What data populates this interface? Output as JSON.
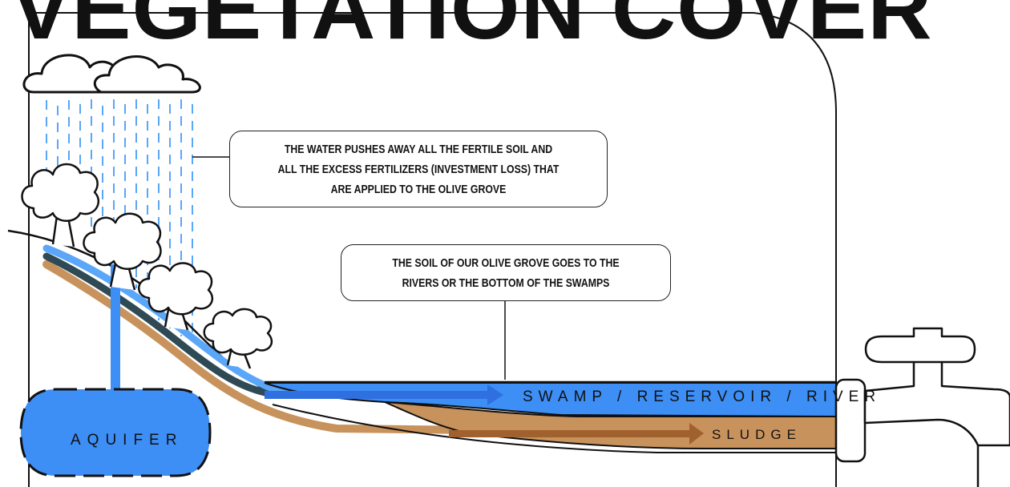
{
  "title": "VEGETATION COVER",
  "callouts": [
    {
      "lines": [
        "THE WATER PUSHES AWAY ALL THE FERTILE SOIL AND",
        "ALL THE EXCESS FERTILIZERS (INVESTMENT LOSS) THAT",
        "ARE APPLIED TO THE OLIVE GROVE"
      ]
    },
    {
      "lines": [
        "THE SOIL OF OUR OLIVE GROVE GOES TO THE",
        "RIVERS OR THE BOTTOM OF THE SWAMPS"
      ]
    }
  ],
  "labels": {
    "swamp": "SWAMP / RESERVOIR / RIVER",
    "sludge": "SLUDGE",
    "aquifer": "AQUIFER"
  },
  "colors": {
    "water": "#3d8ef5",
    "water_light": "#5aa6f8",
    "soil": "#c8925c",
    "soil_dark": "#a0612e",
    "mixed_layer": "#2f4a55",
    "outline": "#111111"
  },
  "icons": [
    "cloud-icon",
    "rain-icon",
    "tree-icon",
    "faucet-icon",
    "arrow-icon"
  ]
}
